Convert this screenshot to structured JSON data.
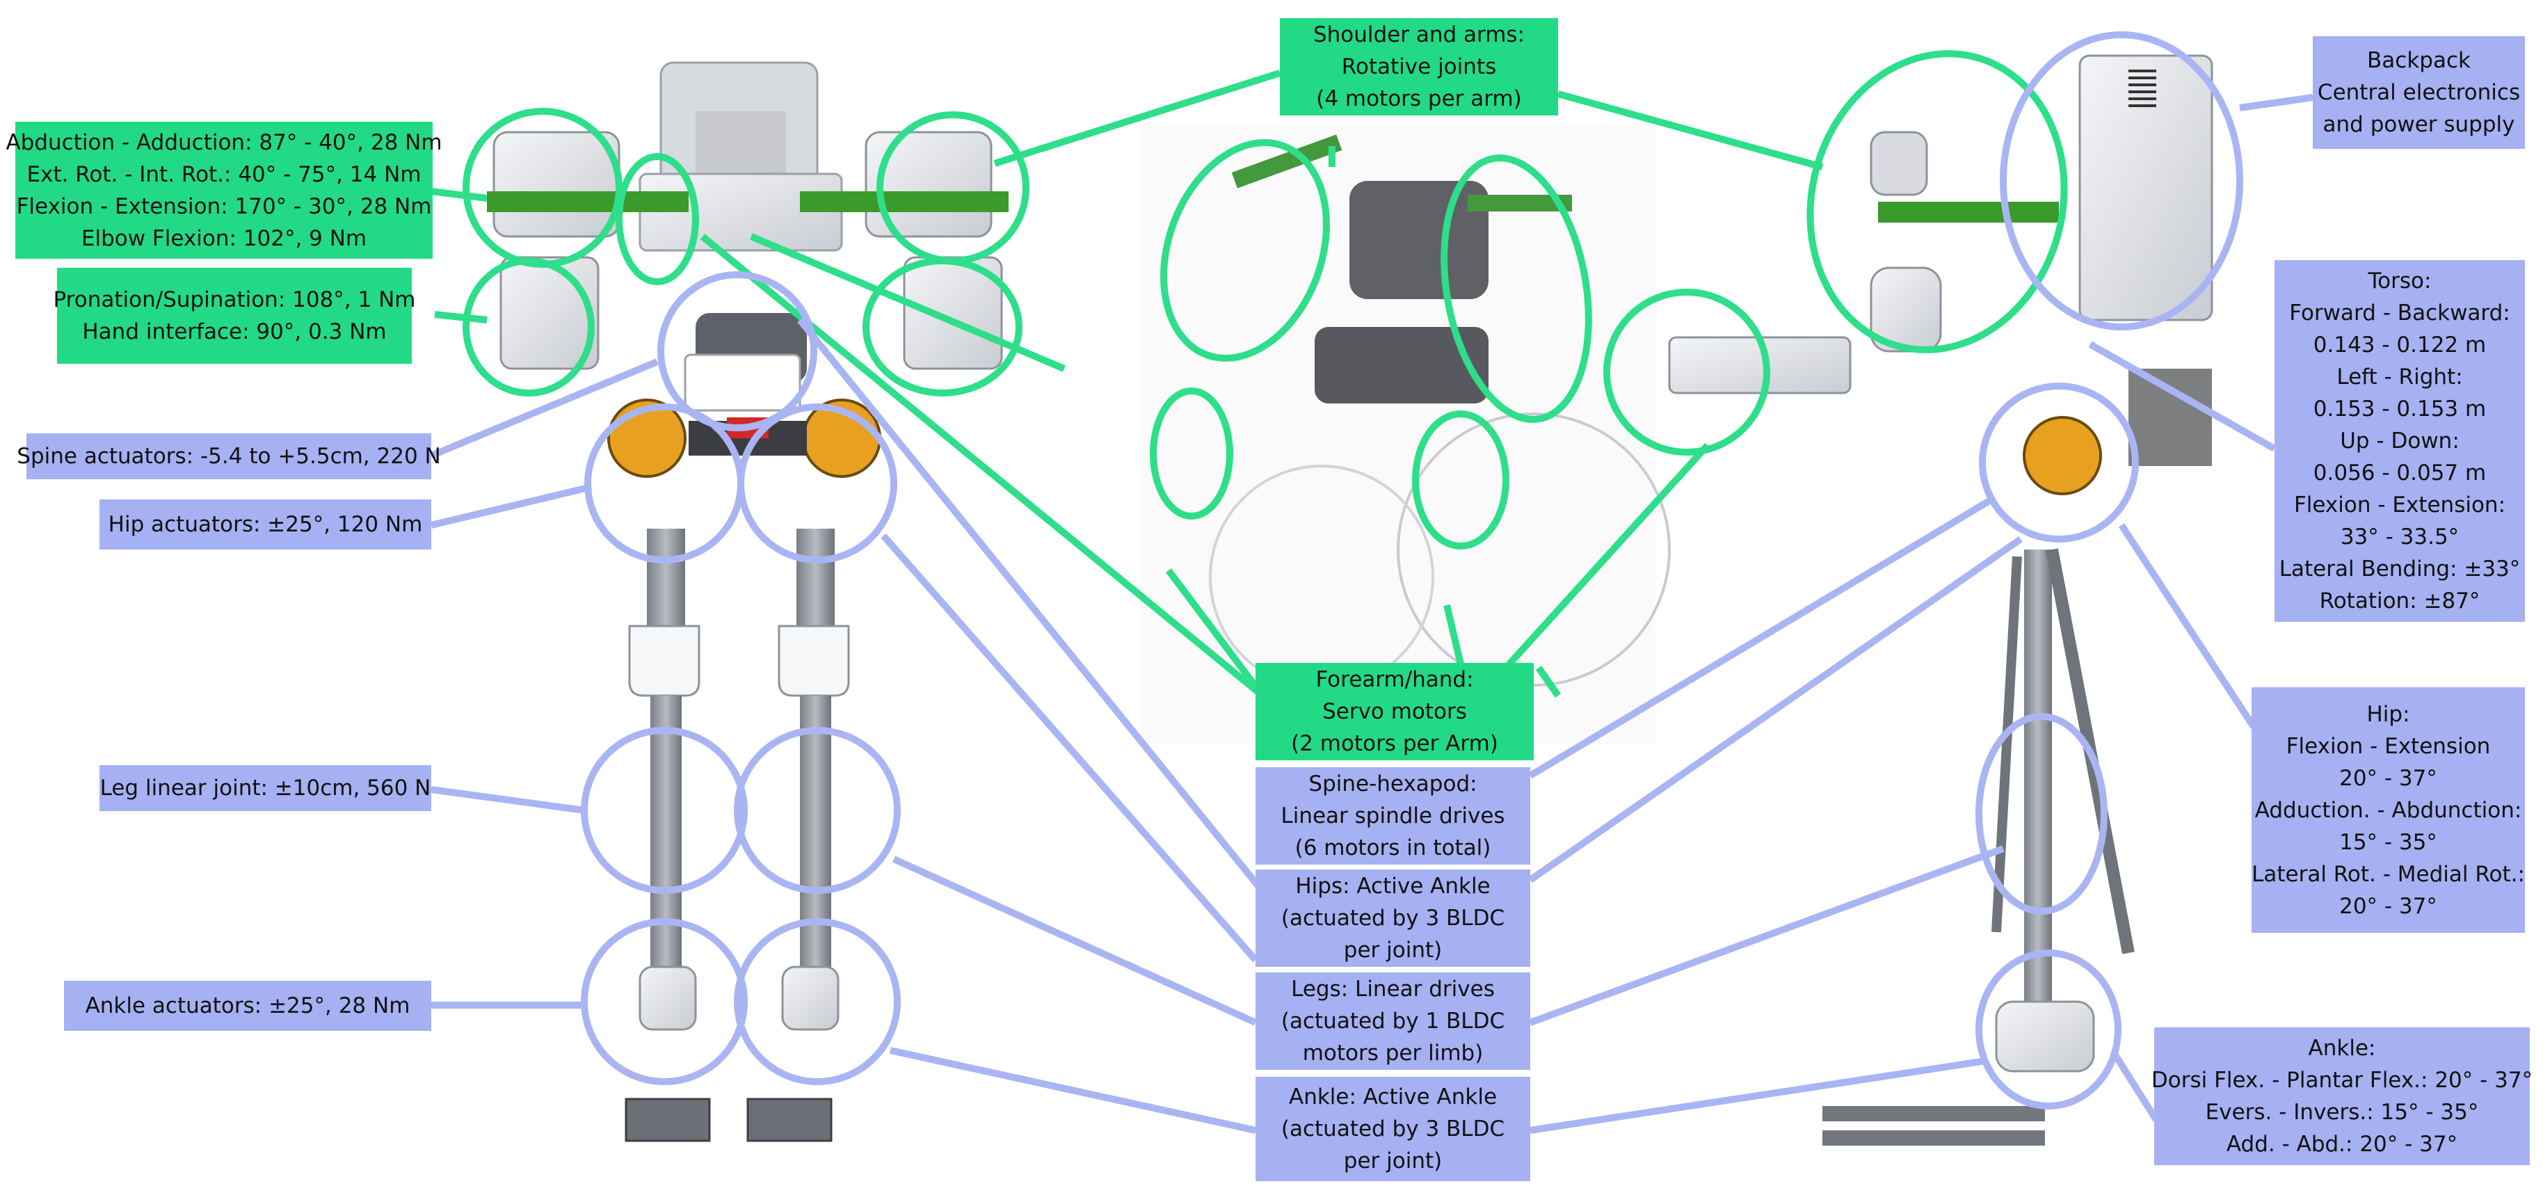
{
  "colors": {
    "green_label": "#22da86",
    "blue_label": "#a5b1f2",
    "green_line": "#2ede8a",
    "blue_line": "#a9b5f3"
  },
  "images": {
    "front_view": "exoskeleton-front-render",
    "wheelchair_view": "wheelchair-arm-module-render",
    "side_view": "exoskeleton-side-render"
  },
  "labels": {
    "abduction": [
      "Abduction - Adduction: 87° - 40°, 28 Nm",
      "Ext. Rot. - Int. Rot.: 40° - 75°, 14 Nm",
      "Flexion - Extension: 170° - 30°, 28 Nm",
      "Elbow Flexion: 102°, 9 Nm"
    ],
    "pronation": [
      "Pronation/Supination: 108°, 1 Nm",
      "Hand interface: 90°, 0.3 Nm"
    ],
    "spine_actuators": [
      "Spine actuators: -5.4 to +5.5cm, 220 N"
    ],
    "hip_actuators": [
      "Hip actuators: ±25°, 120 Nm"
    ],
    "leg_linear": [
      "Leg linear joint: ±10cm, 560 N"
    ],
    "ankle_actuators": [
      "Ankle actuators: ±25°, 28 Nm"
    ],
    "shoulder_arms": [
      "Shoulder and arms:",
      "Rotative joints",
      "(4 motors per arm)"
    ],
    "forearm_hand": [
      "Forearm/hand:",
      "Servo motors",
      "(2 motors per Arm)"
    ],
    "spine_hexapod": [
      "Spine-hexapod:",
      "Linear spindle drives",
      "(6 motors in total)"
    ],
    "hips_active": [
      "Hips: Active Ankle",
      "(actuated by 3 BLDC",
      "per joint)"
    ],
    "legs_linear": [
      "Legs: Linear drives",
      "(actuated by 1 BLDC",
      "motors per limb)"
    ],
    "ankle_active": [
      "Ankle: Active Ankle",
      "(actuated by 3 BLDC",
      "per joint)"
    ],
    "backpack": [
      "Backpack",
      "Central electronics",
      "and power supply"
    ],
    "torso": [
      "Torso:",
      "Forward - Backward:",
      "0.143 - 0.122 m",
      "Left - Right:",
      "0.153 - 0.153 m",
      "Up - Down:",
      "0.056 - 0.057 m",
      "Flexion - Extension:",
      "33° - 33.5°",
      "Lateral Bending: ±33°",
      "Rotation: ±87°"
    ],
    "hip": [
      "Hip:",
      "Flexion - Extension",
      "20° - 37°",
      "Adduction. - Abdunction:",
      "15° - 35°",
      "Lateral Rot. - Medial Rot.:",
      "20° - 37°"
    ],
    "ankle": [
      "Ankle:",
      "Dorsi Flex. - Plantar Flex.: 20° - 37°",
      "Evers. - Invers.: 15° - 35°",
      "Add. - Abd.: 20° - 37°"
    ]
  }
}
